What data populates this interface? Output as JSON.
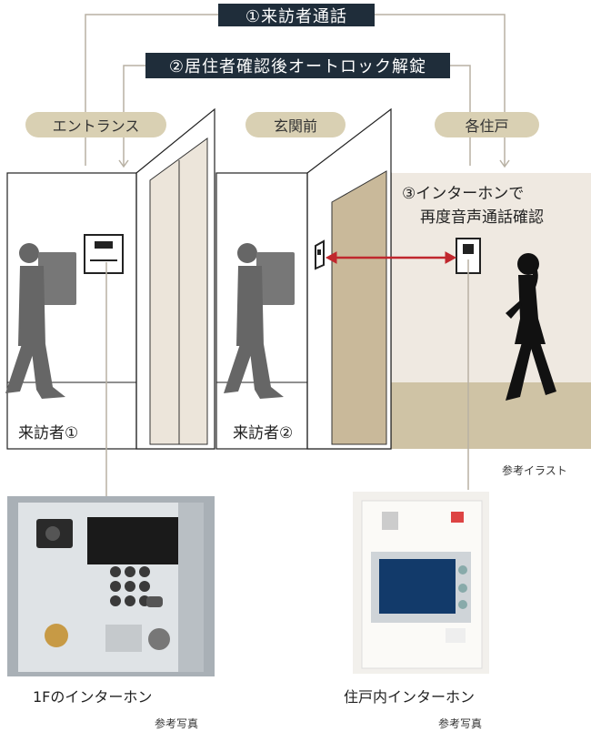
{
  "banners": {
    "visitor_call": "①来訪者通話",
    "auto_lock": "②居住者確認後オートロック解錠"
  },
  "locations": {
    "entrance": "エントランス",
    "front_door": "玄関前",
    "unit": "各住戸"
  },
  "callout": {
    "line1": "③インターホンで",
    "line2": "再度音声通話確認"
  },
  "visitors": {
    "visitor1": "来訪者①",
    "visitor2": "来訪者②"
  },
  "captions": {
    "illustration_note": "参考イラスト",
    "lobby_intercom": "1Fのインターホン",
    "lobby_photo_note": "参考写真",
    "unit_intercom": "住戸内インターホン",
    "unit_photo_note": "参考写真"
  },
  "colors": {
    "banner_bg": "#1f2d3a",
    "pill_bg": "#d9d0b3",
    "arrow_red": "#c0272d",
    "door_tan": "#c9b99a",
    "room_bg": "#efe9e1",
    "silhouette": "#666666"
  }
}
